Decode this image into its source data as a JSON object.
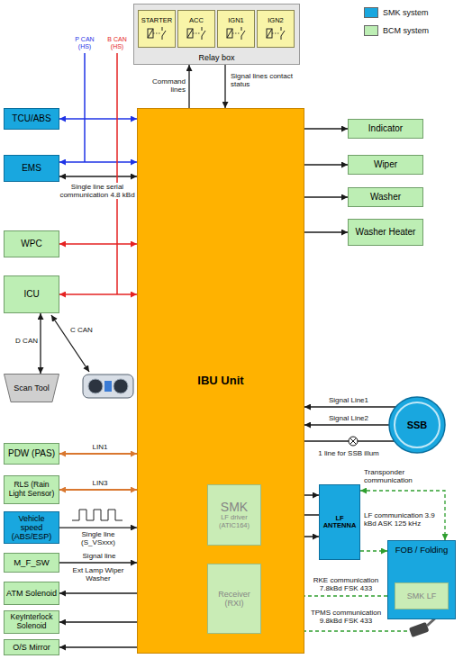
{
  "diagram": {
    "nodes": [
      {
        "text": [
          "Relay box"
        ]
      },
      {
        "text": [
          "STARTER"
        ],
        "in": 0
      },
      {
        "text": [
          "ACC"
        ],
        "in": 0
      },
      {
        "text": [
          "IGN1"
        ],
        "in": 0
      },
      {
        "text": [
          "IGN2"
        ],
        "in": 0
      },
      {
        "text": [
          "TCU/ABS"
        ]
      },
      {
        "text": [
          "EMS"
        ]
      },
      {
        "text": [
          "WPC"
        ]
      },
      {
        "text": [
          "ICU"
        ]
      },
      {
        "text": [
          "Scan Tool"
        ]
      },
      {
        "text": [
          "IBU Unit"
        ]
      },
      {
        "text": [
          "SMK",
          "LF driver (ATIC164)"
        ],
        "in": 10
      },
      {
        "text": [
          "Receiver (RXI)"
        ],
        "in": 10
      },
      {
        "text": [
          "PDW (PAS)"
        ]
      },
      {
        "text": [
          "RLS (Rain Light Sensor)"
        ]
      },
      {
        "text": [
          "Vehicle speed (ABS/ESP)"
        ]
      },
      {
        "text": [
          "M_F_SW"
        ]
      },
      {
        "text": [
          "ATM Solenoid"
        ]
      },
      {
        "text": [
          "KeyInterlock Solenoid"
        ]
      },
      {
        "text": [
          "O/S Mirror"
        ]
      },
      {
        "text": [
          "Indicator"
        ]
      },
      {
        "text": [
          "Wiper"
        ]
      },
      {
        "text": [
          "Washer"
        ]
      },
      {
        "text": [
          "Washer Heater"
        ]
      },
      {
        "text": [
          "SSB"
        ]
      },
      {
        "text": [
          "LF ANTENNA"
        ]
      },
      {
        "text": [
          "FOB / Folding"
        ]
      },
      {
        "text": [
          "SMK LF"
        ],
        "in": 26
      }
    ],
    "edges": [
      {
        "from": 10,
        "to": 0,
        "arrow": "to",
        "label": "Command lines"
      },
      {
        "from": 0,
        "to": 10,
        "arrow": "to",
        "label": "Signal lines contact status"
      },
      {
        "from": 5,
        "to": 10,
        "arrow": "both"
      },
      {
        "from": 6,
        "to": 10,
        "arrow": "both"
      },
      {
        "from": 6,
        "to": 10,
        "arrow": "both",
        "label": "Single line serial communication 4.8 kBd"
      },
      {
        "from": 7,
        "to": 10,
        "arrow": "both"
      },
      {
        "from": 8,
        "to": 10,
        "arrow": "both"
      },
      {
        "from": 8,
        "to": 9,
        "arrow": "both",
        "label": "D CAN"
      },
      {
        "from": 13,
        "to": 10,
        "arrow": "both",
        "label": "LIN1"
      },
      {
        "from": 14,
        "to": 10,
        "arrow": "both",
        "label": "LIN3"
      },
      {
        "from": 15,
        "to": 10,
        "arrow": "to",
        "label": "Single line (S_VSxxx)"
      },
      {
        "from": 16,
        "to": 10,
        "arrow": "to",
        "label": "Signal line"
      },
      {
        "from": 10,
        "to": 17,
        "arrow": "to"
      },
      {
        "from": 10,
        "to": 18,
        "arrow": "to"
      },
      {
        "from": 10,
        "to": 19,
        "arrow": "to"
      },
      {
        "from": 10,
        "to": 20,
        "arrow": "to"
      },
      {
        "from": 10,
        "to": 21,
        "arrow": "to"
      },
      {
        "from": 10,
        "to": 22,
        "arrow": "to"
      },
      {
        "from": 10,
        "to": 23,
        "arrow": "to"
      },
      {
        "from": 24,
        "to": 10,
        "arrow": "to",
        "label": "Signal Line1"
      },
      {
        "from": 24,
        "to": 10,
        "arrow": "to",
        "label": "Signal Line2"
      },
      {
        "from": 10,
        "to": 24,
        "arrow": "none",
        "label": "1 line for SSB illum"
      },
      {
        "from": 11,
        "to": 25,
        "arrow": "both"
      },
      {
        "from": 25,
        "to": 11,
        "arrow": "to"
      },
      {
        "from": 11,
        "to": 25,
        "arrow": "to"
      },
      {
        "from": 25,
        "to": 26,
        "arrow": "both",
        "label": "Transponder communication"
      },
      {
        "from": 25,
        "to": 26,
        "arrow": "to",
        "label": "LF communication 3.9 kBd ASK 125 kHz"
      },
      {
        "from": 26,
        "to": 12,
        "arrow": "to",
        "label": "RKE communication 7.8kBd FSK 433"
      }
    ],
    "labels": [
      "P CAN (HS)",
      "B CAN (HS)",
      "C CAN",
      "Ext Lamp Wiper Washer",
      "TPMS communication 9.8kBd FSK 433"
    ],
    "legend": [
      {
        "text": "SMK system",
        "color": "#19a7df"
      },
      {
        "text": "BCM system",
        "color": "#bdeeb4"
      }
    ]
  }
}
